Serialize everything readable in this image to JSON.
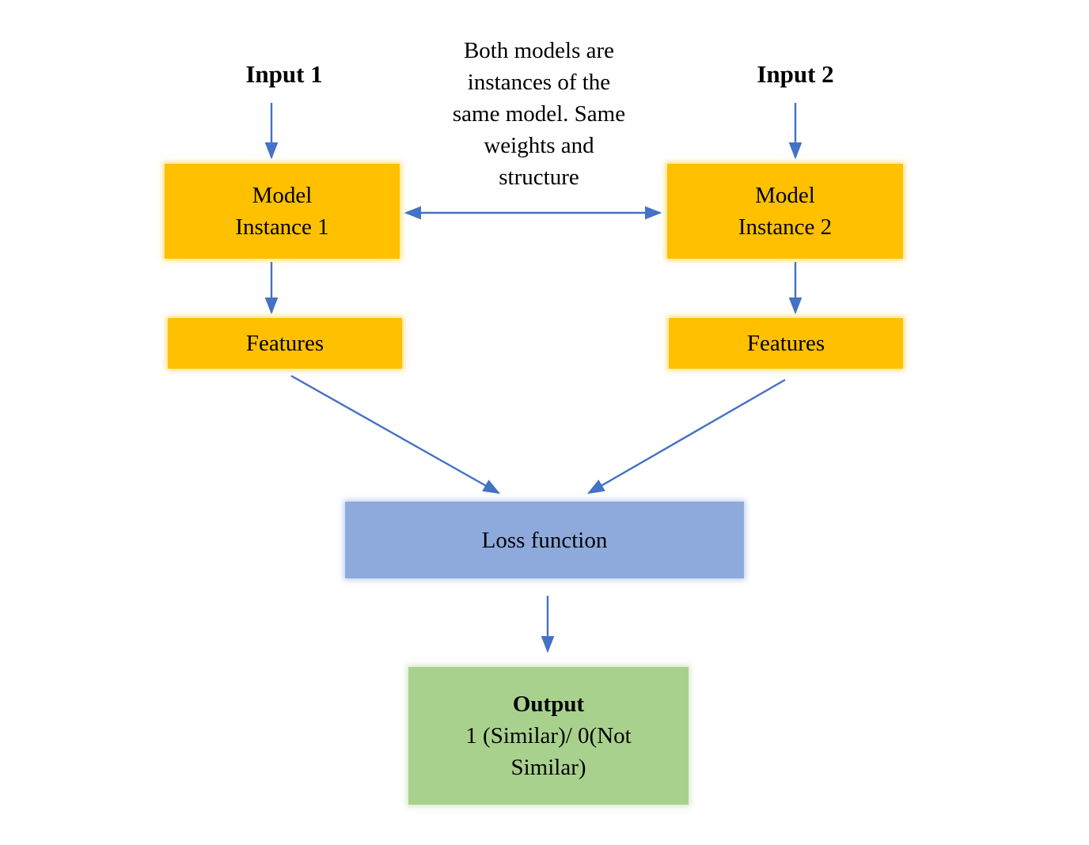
{
  "colors": {
    "node_yellow": "#FFC000",
    "node_blue": "#8EAADC",
    "node_green": "#A9D18E",
    "arrow_blue": "#4472C4",
    "text": "#000000",
    "background": "#FFFFFF"
  },
  "diagram": {
    "labels": {
      "input1": "Input 1",
      "input2": "Input 2"
    },
    "annotation_lines": [
      "Both models are",
      "instances of the",
      "same model. Same",
      "weights and",
      "structure"
    ],
    "boxes": {
      "model1": {
        "lines": [
          "Model",
          "Instance 1"
        ]
      },
      "model2": {
        "lines": [
          "Model",
          "Instance 2"
        ]
      },
      "features1": {
        "label": "Features"
      },
      "features2": {
        "label": "Features"
      },
      "loss": {
        "label": "Loss function"
      },
      "output": {
        "lines": [
          "Output",
          "1 (Similar)/ 0(Not",
          "Similar)"
        ]
      }
    },
    "arrows": [
      {
        "name": "input1-to-model1",
        "type": "single"
      },
      {
        "name": "input2-to-model2",
        "type": "single"
      },
      {
        "name": "model1-to-features1",
        "type": "single"
      },
      {
        "name": "model2-to-features2",
        "type": "single"
      },
      {
        "name": "shared-weights-double-arrow",
        "type": "double"
      },
      {
        "name": "features1-to-loss",
        "type": "single"
      },
      {
        "name": "features2-to-loss",
        "type": "single"
      },
      {
        "name": "loss-to-output",
        "type": "single"
      }
    ]
  }
}
